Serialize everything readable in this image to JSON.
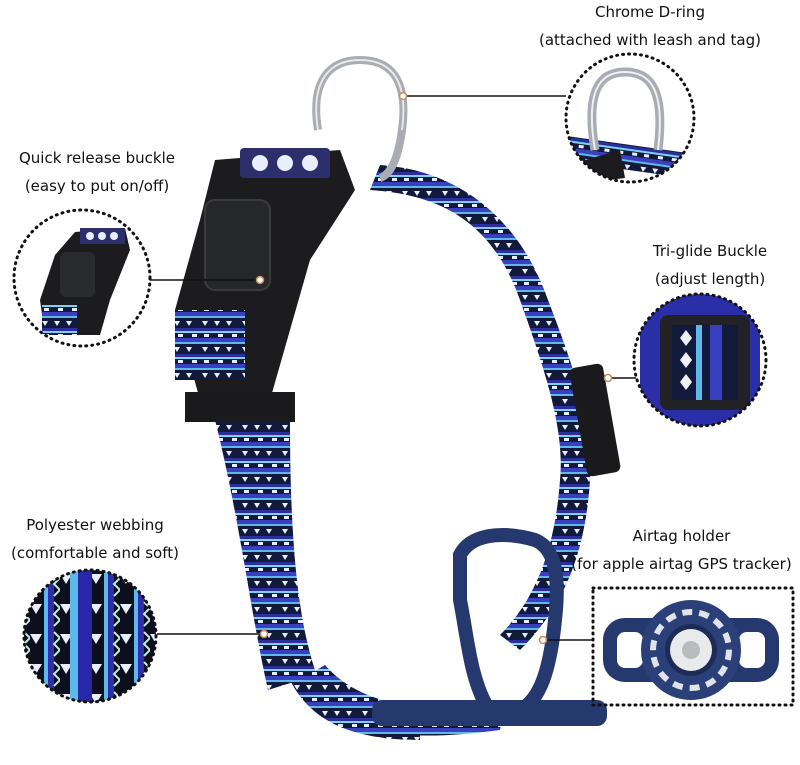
{
  "product": "Dog collar with Airtag holder",
  "colors": {
    "background": "#ffffff",
    "webbing_dark": "#111a3a",
    "webbing_blue": "#3a3fc0",
    "webbing_light": "#5fb8ec",
    "webbing_white": "#e8eefc",
    "buckle": "#1c1c1e",
    "airtag_holder": "#26396e",
    "ring": "#b9bcc4",
    "callout_line": "#111111",
    "callout_dot": "#c98a55"
  },
  "callouts": [
    {
      "id": "chrome-d-ring",
      "title": "Chrome D-ring",
      "subtitle": "(attached with leash and tag)",
      "shape": "circle"
    },
    {
      "id": "quick-release-buckle",
      "title": "Quick release buckle",
      "subtitle": "(easy to put on/off)",
      "shape": "circle"
    },
    {
      "id": "tri-glide-buckle",
      "title": "Tri-glide Buckle",
      "subtitle": "(adjust length)",
      "shape": "circle"
    },
    {
      "id": "polyester-webbing",
      "title": "Polyester webbing",
      "subtitle": "(comfortable and soft)",
      "shape": "circle"
    },
    {
      "id": "airtag-holder",
      "title": "Airtag holder",
      "subtitle": "(for apple airtag GPS tracker)",
      "shape": "rectangle"
    }
  ]
}
